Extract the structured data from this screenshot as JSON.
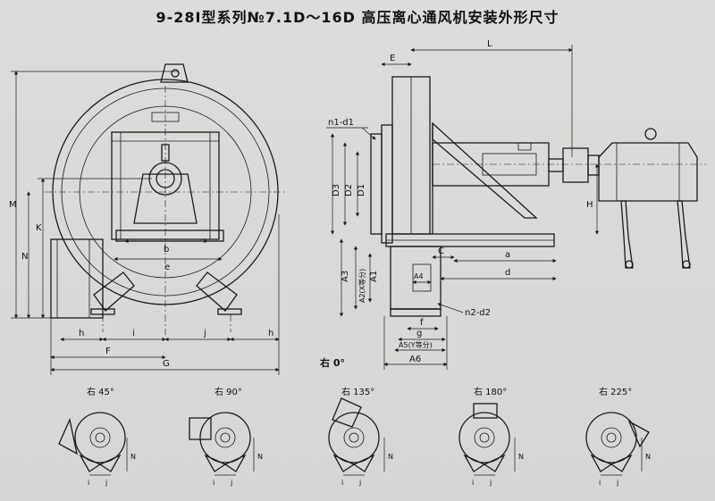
{
  "title": "9-28Ⅰ型系列№7.1D～16D 高压离心通风机安装外形尺寸",
  "front_view": {
    "dims": [
      "M",
      "K",
      "N",
      "b",
      "e",
      "h",
      "i",
      "j",
      "h",
      "F",
      "G"
    ]
  },
  "side_view": {
    "dims": [
      "E",
      "L",
      "n1-d1",
      "D3",
      "D2",
      "D1",
      "H",
      "C",
      "a",
      "d",
      "A3",
      "A2(X等分)",
      "A1",
      "A4",
      "n2-d2",
      "f",
      "g",
      "A5(Y等分)",
      "A6"
    ],
    "caption": "右 0°"
  },
  "variants": [
    {
      "label": "右 45°"
    },
    {
      "label": "右 90°"
    },
    {
      "label": "右 135°"
    },
    {
      "label": "右 180°"
    },
    {
      "label": "右 225°"
    }
  ],
  "variant_dims": {
    "i": "i",
    "j": "j",
    "n": "N"
  }
}
